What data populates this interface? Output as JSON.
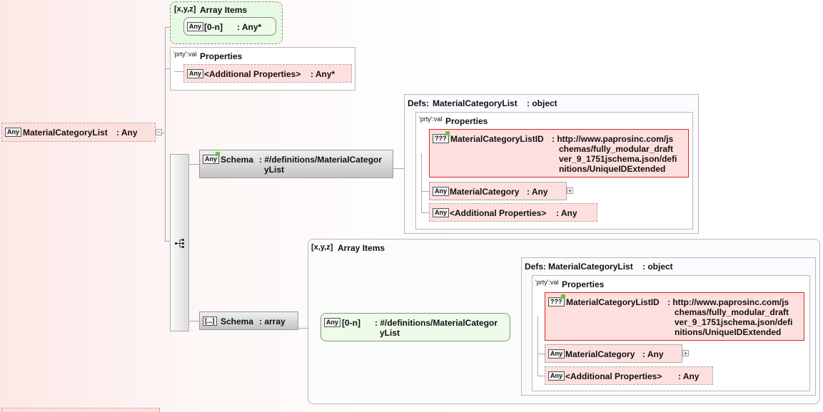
{
  "root": {
    "type": "Any",
    "name": "MaterialCategoryList",
    "value": ": Any"
  },
  "array_items_top": {
    "label_icon": "[x,y,z]",
    "label": "Array Items",
    "item": {
      "type": "Any",
      "name": "[0-n]",
      "value": ": Any*"
    }
  },
  "properties_top": {
    "label_icon": "'prty':val",
    "label": "Properties",
    "item": {
      "type": "Any",
      "name": "<Additional Properties>",
      "value": ": Any*"
    }
  },
  "schema1": {
    "type": "Any",
    "name": "Schema",
    "value_line1": ": #/definitions/MaterialCategor",
    "value_line2": "yList"
  },
  "defs1": {
    "label": "Defs:",
    "name": "MaterialCategoryList",
    "value": ": object",
    "properties_icon": "'prty':val",
    "properties_label": "Properties",
    "id_item": {
      "type": "???",
      "name": "MaterialCategoryListID",
      "value_lines": [
        ": http://www.paprosinc.com/js",
        "chemas/fully_modular_draft",
        "ver_9_1751jschema.json/defi",
        "nitions/UniqueIDExtended"
      ]
    },
    "category_item": {
      "type": "Any",
      "name": "MaterialCategory",
      "value": ": Any"
    },
    "additional_item": {
      "type": "Any",
      "name": "<Additional Properties>",
      "value": ": Any"
    }
  },
  "schema2": {
    "type": "[...]",
    "name": "Schema",
    "value": ": array"
  },
  "array_items_bottom": {
    "label_icon": "[x,y,z]",
    "label": "Array Items",
    "item": {
      "type": "Any",
      "name": "[0-n]",
      "value_line1": ": #/definitions/MaterialCategor",
      "value_line2": "yList"
    }
  },
  "defs2": {
    "label": "Defs:",
    "name": "MaterialCategoryList",
    "value": ": object",
    "properties_icon": "'prty':val",
    "properties_label": "Properties",
    "id_item": {
      "type": "???",
      "name": "MaterialCategoryListID",
      "value_lines": [
        ": http://www.paprosinc.com/js",
        "chemas/fully_modular_draft",
        "ver_9_1751jschema.json/defi",
        "nitions/UniqueIDExtended"
      ]
    },
    "category_item": {
      "type": "Any",
      "name": "MaterialCategory",
      "value": ": Any"
    },
    "additional_item": {
      "type": "Any",
      "name": "<Additional Properties>",
      "value": ": Any"
    }
  },
  "icons": {
    "expand_box": "plus-box-icon",
    "collapse_box": "minus-box-icon",
    "sequence": "tree-sequence-icon"
  },
  "colors": {
    "any_fill": "#fde0de",
    "array_fill": "#e6f9e3",
    "id_border": "#dd2222",
    "connector": "#a8a8a8"
  }
}
